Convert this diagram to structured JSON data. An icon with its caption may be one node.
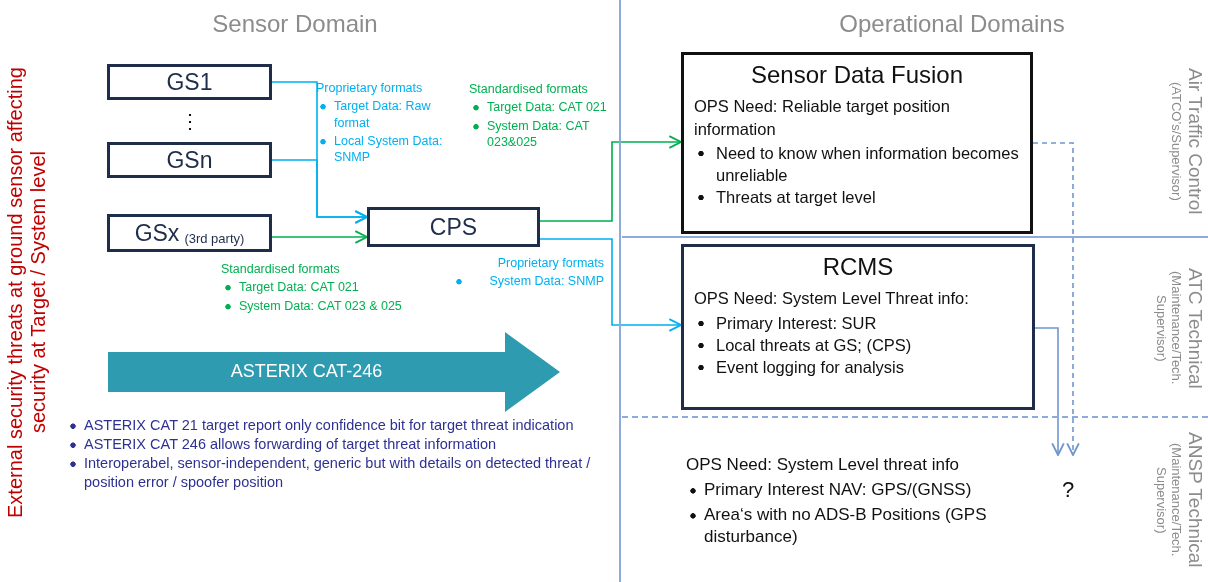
{
  "diagram": {
    "nodes": [
      {
        "text": [
          "Sensor Domain"
        ]
      },
      {
        "text": [
          "GS1"
        ],
        "in": 0
      },
      {
        "text": [
          "GSn"
        ],
        "in": 0
      },
      {
        "text": [
          "GSx",
          "(3rd party)"
        ],
        "in": 0
      },
      {
        "text": [
          "CPS"
        ],
        "in": 0
      },
      {
        "text": [
          "ASTERIX CAT-246"
        ],
        "in": 0
      },
      {
        "text": [
          "Operational Domains"
        ]
      },
      {
        "text": [
          "Air Traffic Control",
          "(ATCO’s/Supervisor)"
        ],
        "in": 6
      },
      {
        "text": [
          "Sensor Data Fusion",
          "OPS Need: Reliable target position information",
          "Need to know when information becomes unreliable",
          "Threats at target level"
        ],
        "in": 7
      },
      {
        "text": [
          "ATC Technical",
          "(Maintenance/Tech. Supervisor)"
        ],
        "in": 6
      },
      {
        "text": [
          "RCMS",
          "OPS Need: System Level Threat info:",
          "Primary Interest: SUR",
          "Local threats at GS; (CPS)",
          "Event logging for analysis"
        ],
        "in": 9
      },
      {
        "text": [
          "ANSP Technical",
          "(Maintenance/Tech. Supervisor)"
        ],
        "in": 6
      },
      {
        "text": [
          "?"
        ],
        "in": 11
      }
    ],
    "edges": [
      {
        "from": 1,
        "to": 4,
        "arrow": "to",
        "color": "#00b0f0"
      },
      {
        "from": 2,
        "to": 4,
        "arrow": "to",
        "color": "#00b0f0"
      },
      {
        "from": 3,
        "to": 4,
        "arrow": "to",
        "color": "#00b050"
      },
      {
        "from": 4,
        "to": 8,
        "arrow": "to",
        "color": "#00b050"
      },
      {
        "from": 4,
        "to": 10,
        "arrow": "to",
        "color": "#00b0f0"
      },
      {
        "from": 10,
        "to": 12,
        "arrow": "to",
        "color": "#6f96cf"
      },
      {
        "from": 8,
        "to": 12,
        "arrow": "to",
        "style": "dashed",
        "color": "#6f96cf"
      }
    ],
    "labels": [
      "External security threats at ground sensor affecting security at Target / System level",
      "⋮",
      "Proprietary formats",
      "Target Data: Raw format",
      "Local System Data: SNMP",
      "Standardised formats",
      "Target Data: CAT 021",
      "System Data: CAT 023&025",
      "Standardised formats",
      "Target Data: CAT 021",
      "System Data: CAT 023 & 025",
      "Proprietary formats",
      "System Data: SNMP",
      "ASTERIX CAT 21 target report only confidence bit for target threat indication",
      "ASTERIX CAT 246 allows forwarding of target threat information",
      "Interoperabel, sensor-independent, generic but with details on detected threat / position error / spoofer position",
      "OPS Need: System Level threat info",
      "Primary Interest NAV: GPS/(GNSS)",
      "Area‘s with no ADS-B Positions (GPS disturbance)"
    ]
  }
}
